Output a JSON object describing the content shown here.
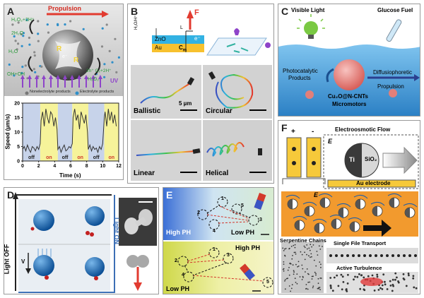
{
  "panel_a": {
    "label": "A",
    "propulsion": "Propulsion",
    "eq_top_left": "H₂O₂+2H⁺",
    "water_top": "2H₂O",
    "water_left": "H₂O",
    "oh_label": "OH+OH",
    "eq_right": "2h⁺ O₂+2H⁺",
    "h2o2_bottom": "H₂O₂",
    "r_left": "R",
    "r_right": "R",
    "electron": "e⁻",
    "uv": "UV",
    "legend_non": "Nonelectrolyte products",
    "legend_el": "Electrolyte products",
    "chart_data": {
      "type": "line",
      "xlabel": "Time (s)",
      "ylabel": "Speed (µm/s)",
      "xlim": [
        0,
        12
      ],
      "ylim": [
        0,
        20
      ],
      "xticks": [
        0,
        2,
        4,
        6,
        8,
        10,
        12
      ],
      "yticks": [
        0,
        5,
        10,
        15,
        20
      ],
      "intervals": [
        {
          "label": "off",
          "start": 0,
          "end": 2.2
        },
        {
          "label": "on",
          "start": 2.2,
          "end": 4.4
        },
        {
          "label": "off",
          "start": 4.4,
          "end": 6.2
        },
        {
          "label": "on",
          "start": 6.2,
          "end": 8.2
        },
        {
          "label": "off",
          "start": 8.2,
          "end": 10.2
        },
        {
          "label": "on",
          "start": 10.2,
          "end": 12.2
        }
      ],
      "series": [
        {
          "x": [
            0,
            0.2,
            0.4,
            0.6,
            0.8,
            1.0,
            1.2,
            1.4,
            1.6,
            1.8,
            2.0,
            2.2,
            2.3,
            2.5,
            2.7,
            2.9,
            3.1,
            3.3,
            3.5,
            3.7,
            3.9,
            4.1,
            4.3,
            4.4,
            4.6,
            4.8,
            5.0,
            5.2,
            5.4,
            5.6,
            5.8,
            6.0,
            6.2,
            6.3,
            6.5,
            6.7,
            6.9,
            7.1,
            7.3,
            7.5,
            7.7,
            7.9,
            8.1,
            8.2,
            8.4,
            8.6,
            8.8,
            9.0,
            9.2,
            9.4,
            9.6,
            9.8,
            10.0,
            10.2,
            10.3,
            10.5,
            10.7,
            10.9,
            11.1,
            11.3,
            11.5,
            11.7,
            11.9,
            12.1
          ],
          "y": [
            4,
            5,
            3.5,
            5.5,
            4,
            3,
            5,
            4.5,
            3.5,
            5,
            4,
            6,
            14,
            17,
            12,
            18,
            15,
            13,
            17,
            16,
            12,
            15,
            11,
            4,
            5,
            3,
            4.5,
            5.5,
            3.5,
            4,
            5,
            4.5,
            6,
            15,
            18,
            14,
            16,
            11,
            17,
            15,
            13,
            16,
            10,
            4,
            5.5,
            3.5,
            5,
            4,
            4.5,
            3,
            5,
            4,
            6,
            15,
            17,
            12,
            18,
            14,
            17,
            13,
            16,
            12
          ]
        }
      ]
    }
  },
  "panel_b": {
    "label": "B",
    "force": "F",
    "h2o_h": "H₂O/H⁺",
    "zno": "ZnO",
    "au": "Au",
    "l_label": "L",
    "cm_label": "C",
    "cm_sub": "m",
    "electron": "e⁻",
    "scale": "5 µm",
    "traj": [
      "Ballistic",
      "Circular",
      "Linear",
      "Helical"
    ]
  },
  "panel_c": {
    "label": "C",
    "visible_light": "Visible Light",
    "glucose_fuel": "Glucose Fuel",
    "photocatalytic_1": "Photocatalytic",
    "photocatalytic_2": "Products",
    "diffusio_1": "Diffusiophoretic",
    "diffusio_2": "Propulsion",
    "motor_1": "Cu₂O@N-CNTs",
    "motor_2": "Micromotors"
  },
  "panel_d": {
    "label": "D",
    "light_off": "Light OFF",
    "light_on": "Light ON",
    "v": "V"
  },
  "panel_e": {
    "label": "E",
    "high_ph_top": "High PH",
    "low_ph_top": "Low PH",
    "high_ph_bot": "High PH",
    "low_ph_bot": "Low PH",
    "nums_top": [
      "1",
      "2",
      "3",
      "4",
      "5"
    ],
    "nums_bot": [
      "1",
      "2",
      "3",
      "4",
      "5"
    ]
  },
  "panel_f": {
    "label": "F",
    "eo_flow": "Electroosmotic Flow",
    "e_field": "E",
    "ti": "Ti",
    "sio2": "SiO₂",
    "au_electrode": "Au electrode",
    "plus": "+",
    "minus": "-",
    "serpentine": "Serpentine Chains",
    "single_file": "Single File Transport",
    "active_turb": "Active Turbulence"
  },
  "colors": {
    "yellow_band": "#f6f39a",
    "blue_band": "#c7d3ea",
    "orange": "#f29a2e",
    "purple": "#8e44c9",
    "sphere_blue": "#1e6fb8",
    "pink_motor": "#ec8d8a"
  }
}
